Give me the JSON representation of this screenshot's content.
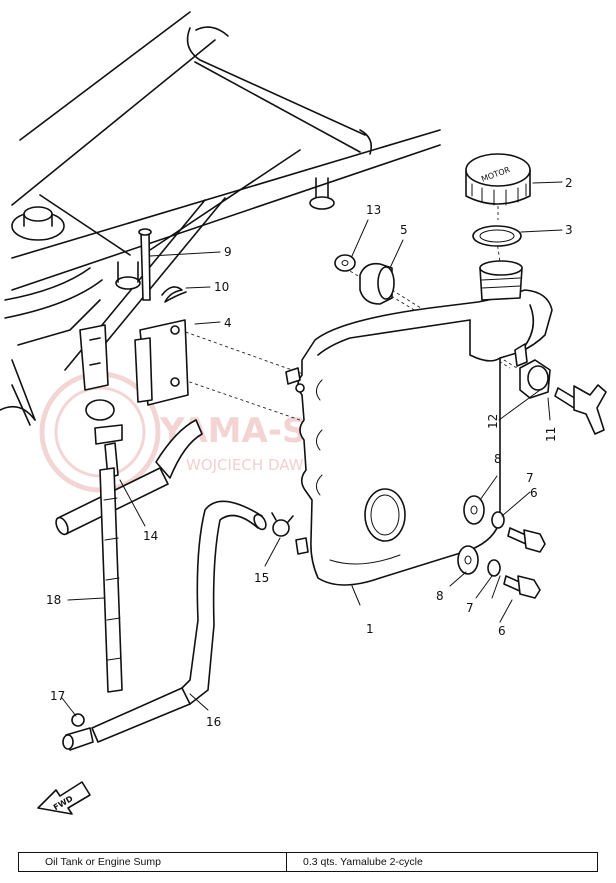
{
  "callouts": [
    {
      "id": "1",
      "text": "1"
    },
    {
      "id": "2",
      "text": "2"
    },
    {
      "id": "3",
      "text": "3"
    },
    {
      "id": "4",
      "text": "4"
    },
    {
      "id": "5",
      "text": "5"
    },
    {
      "id": "6a",
      "text": "6"
    },
    {
      "id": "6b",
      "text": "6"
    },
    {
      "id": "7a",
      "text": "7"
    },
    {
      "id": "7b",
      "text": "7"
    },
    {
      "id": "8a",
      "text": "8"
    },
    {
      "id": "8b",
      "text": "8"
    },
    {
      "id": "9",
      "text": "9"
    },
    {
      "id": "10",
      "text": "10"
    },
    {
      "id": "11",
      "text": "11"
    },
    {
      "id": "12",
      "text": "12"
    },
    {
      "id": "13",
      "text": "13"
    },
    {
      "id": "14",
      "text": "14"
    },
    {
      "id": "15",
      "text": "15"
    },
    {
      "id": "16",
      "text": "16"
    },
    {
      "id": "17",
      "text": "17"
    },
    {
      "id": "18",
      "text": "18"
    }
  ],
  "cap_text": "MOTOR",
  "fwd_label": "FWD",
  "watermark": {
    "main": "YAMA-SKLEP.PL",
    "sub": "WOJCIECH DAWIDZ | DEALER YAMAHA",
    "color": "#e8a0a0"
  },
  "spec_table": {
    "item": "Oil Tank or Engine Sump",
    "spec": "0.3 qts. Yamalube 2-cycle"
  }
}
